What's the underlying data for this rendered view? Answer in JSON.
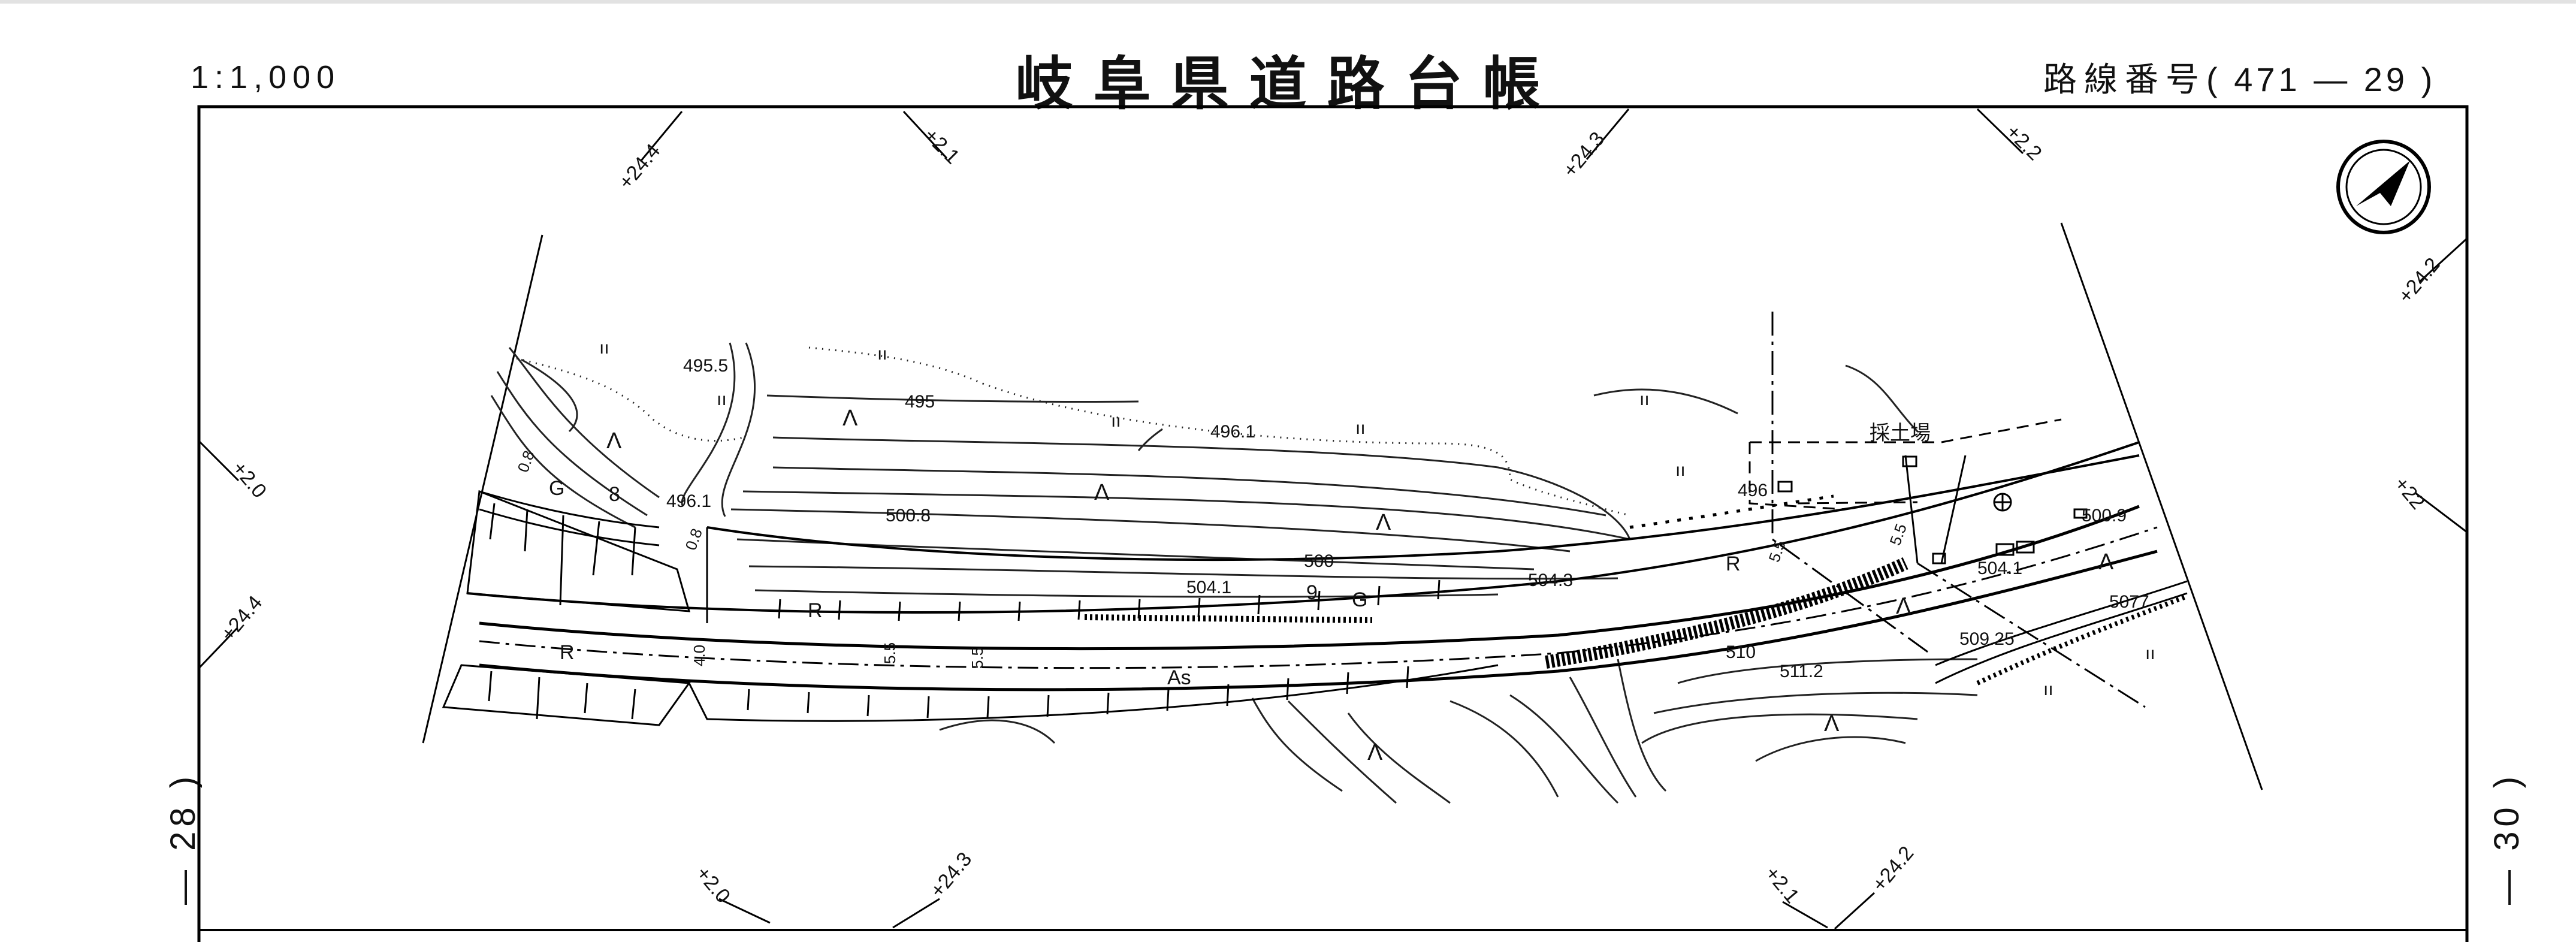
{
  "header": {
    "scale": "1:1,000",
    "title": "岐阜県道路台帳",
    "route_label": "路線番号",
    "route_open": "(",
    "route_number": "471",
    "route_dash": "—",
    "route_sheet": "29",
    "route_close": ")"
  },
  "sheet_refs": {
    "left": "28 )",
    "left_dash": "—",
    "right": "30 )",
    "right_dash": "—"
  },
  "grid_ticks": [
    "+24.4",
    "+2.1",
    "+24.3",
    "+2.2",
    "+24.2",
    "+2.0",
    "+24.4",
    "+22",
    "+2.0",
    "+24.3",
    "+2.1",
    "+24.2"
  ],
  "elevations": [
    "495.5",
    "495",
    "496.1",
    "496.1",
    "500.8",
    "500",
    "504.1",
    "504.3",
    "496",
    "500.9",
    "504.1",
    "5077",
    "509.25",
    "510",
    "511.2"
  ],
  "map_labels": {
    "quarry": "採土場",
    "asphalt": "As",
    "road_r": "R",
    "guard_g": "G",
    "nine": "9",
    "bench": "8"
  },
  "road_widths": [
    "4.0",
    "5.5",
    "5.5",
    "5.5",
    "5.5",
    "0.8",
    "0.8"
  ],
  "north_arrow": "north-arrow-icon"
}
